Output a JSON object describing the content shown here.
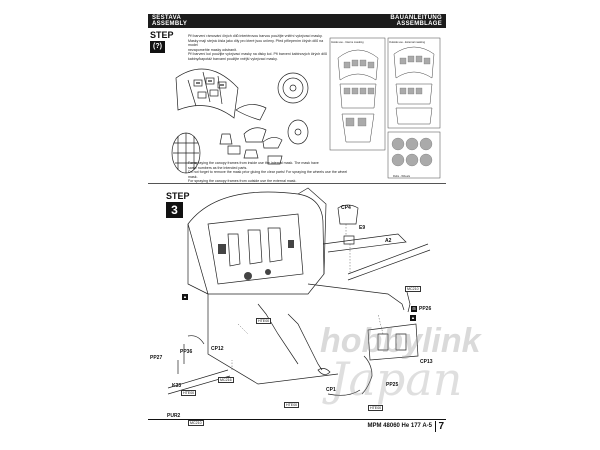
{
  "header": {
    "left_top": "SESTAVA",
    "left_bottom": "ASSEMBLY",
    "right_top": "BAUANLEITUNG",
    "right_bottom": "ASSEMBLAGE"
  },
  "step_a": {
    "label": "STEP",
    "number": "(?)",
    "note_lines": [
      "Při barvení rámování čirých dílů interiérovou barvou použijte vnitřní vykrývací masky.",
      "Masky mají stejná čísla jako díly pro které jsou určeny. Před přilepením čirých dílů na model",
      "nezapomeňte masky odstranit.",
      "Při barvení kol použijte vykrývací masky na disky kol. Při barvení kabinových čirých dílů",
      "kabiny/kapotáž barvami použijte vnější vykrývací masky."
    ],
    "bottom_note_lines": [
      "For spraying the canopy frames from inside use the internal mask. The mask have",
      "same numbers as the intended parts.",
      "Do not forget to remove the mask prior gluing the clear parts! For spraying the wheels use the wheel mask.",
      "For spraying the canopy frames from outside use the external mask."
    ]
  },
  "masks": {
    "left_caption": "Inside use - Interne masking",
    "right_caption": "Outside use - External masking",
    "wheel_caption": "Rubs - Wheels"
  },
  "step_b": {
    "label": "STEP",
    "number": "3"
  },
  "part_labels": {
    "cp4": "CP4",
    "e9": "E9",
    "a2": "A2",
    "mc210_a": "MC210",
    "pp26": "PP26",
    "pp27": "PP27",
    "pp36": "PP36",
    "cp12": "CP12",
    "k33": "K33",
    "pur2": "PUR2",
    "cp13": "CP13",
    "pp25": "PP25",
    "cp1": "CP1",
    "mc216_a": "MC216",
    "mc210_b": "MC210",
    "rt_a": "HTE00",
    "rt_b": "HTE00",
    "rt_c": "HTE00",
    "rt_d": "HTE00"
  },
  "footer": {
    "model": "MPM 48060  He 177 A-5",
    "page": "7"
  },
  "watermark": {
    "line1": "hobbylink",
    "line2": "Japan"
  }
}
